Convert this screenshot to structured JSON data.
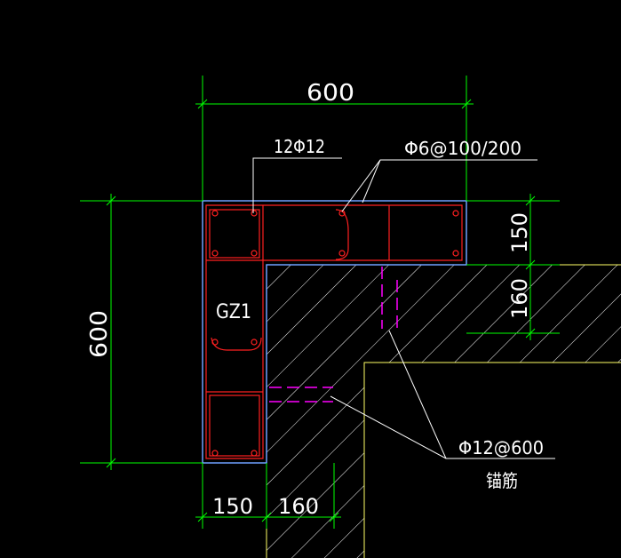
{
  "drawing": {
    "background": "#000000",
    "colors": {
      "dimension": "#00ff00",
      "rebar": "#ff2020",
      "wall_edge": "#ffff66",
      "hatch": "#ffffff",
      "leader": "#ffffff",
      "anchor_rebar": "#ff00ff",
      "column_outline": "#6fa0ff"
    },
    "labels": {
      "top_dimension": "600",
      "left_dimension": "600",
      "right_dim_upper": "150",
      "right_dim_lower": "160",
      "bottom_dim_left": "150",
      "bottom_dim_right": "160",
      "longitudinal_rebar": "12Φ12",
      "stirrups": "Φ6@100/200",
      "column_mark": "GZ1",
      "anchor_spec": "Φ12@600",
      "anchor_name": "锚筋"
    }
  }
}
